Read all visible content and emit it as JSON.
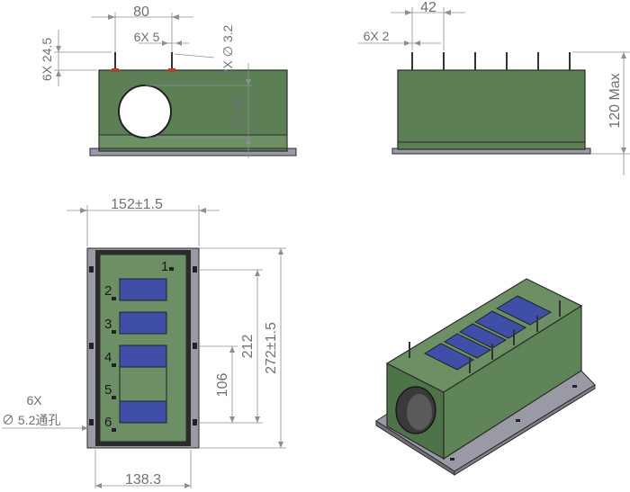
{
  "front_view": {
    "dim_width": "80",
    "dim_pin_spacing": "6X 5",
    "dim_pin_length": "6X 24.5",
    "dim_pin_dia": "2X ∅ 3.2",
    "dim_hole_dia": "∅ 60"
  },
  "side_view": {
    "dim_pin_pitch": "42",
    "dim_pin_width": "6X 2",
    "dim_height": "120 Max"
  },
  "top_view": {
    "dim_outer_width": "152±1.5",
    "dim_inner_width": "138.3",
    "dim_length": "272±1.5",
    "dim_212": "212",
    "dim_106": "106",
    "dim_mount_hole_count": "6X",
    "dim_mount_hole_dia": "∅ 5.2通孔",
    "pin_labels": [
      "1",
      "2",
      "3",
      "4",
      "5",
      "6"
    ]
  },
  "colors": {
    "body": "#5c7f55",
    "cell": "#3f4fa8",
    "base": "#9a9aa6",
    "dimension": "#6b7176"
  }
}
